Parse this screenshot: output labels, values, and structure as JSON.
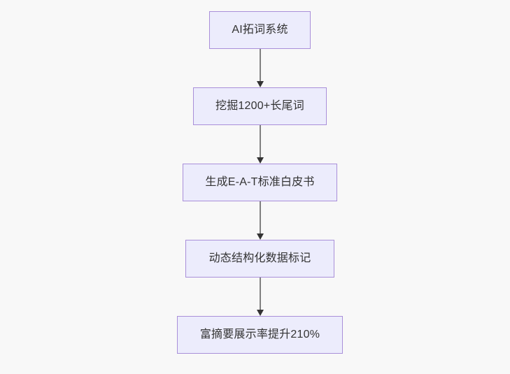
{
  "diagram": {
    "type": "flowchart",
    "orientation": "top-to-bottom",
    "background_color": "#f8f8f8",
    "node_fill_color": "#ececfc",
    "node_border_color": "#a98fd9",
    "node_text_color": "#333333",
    "connector_line_color": "#808080",
    "connector_arrow_color": "#333333",
    "nodes": [
      {
        "id": "node-0",
        "label": "AI拓词系统"
      },
      {
        "id": "node-1",
        "label": "挖掘1200+长尾词"
      },
      {
        "id": "node-2",
        "label": "生成E-A-T标准白皮书"
      },
      {
        "id": "node-3",
        "label": "动态结构化数据标记"
      },
      {
        "id": "node-4",
        "label": "富摘要展示率提升210%"
      }
    ],
    "edges": [
      {
        "id": "connector-0",
        "from": "node-0",
        "to": "node-1"
      },
      {
        "id": "connector-1",
        "from": "node-1",
        "to": "node-2"
      },
      {
        "id": "connector-2",
        "from": "node-2",
        "to": "node-3"
      },
      {
        "id": "connector-3",
        "from": "node-3",
        "to": "node-4"
      }
    ]
  }
}
